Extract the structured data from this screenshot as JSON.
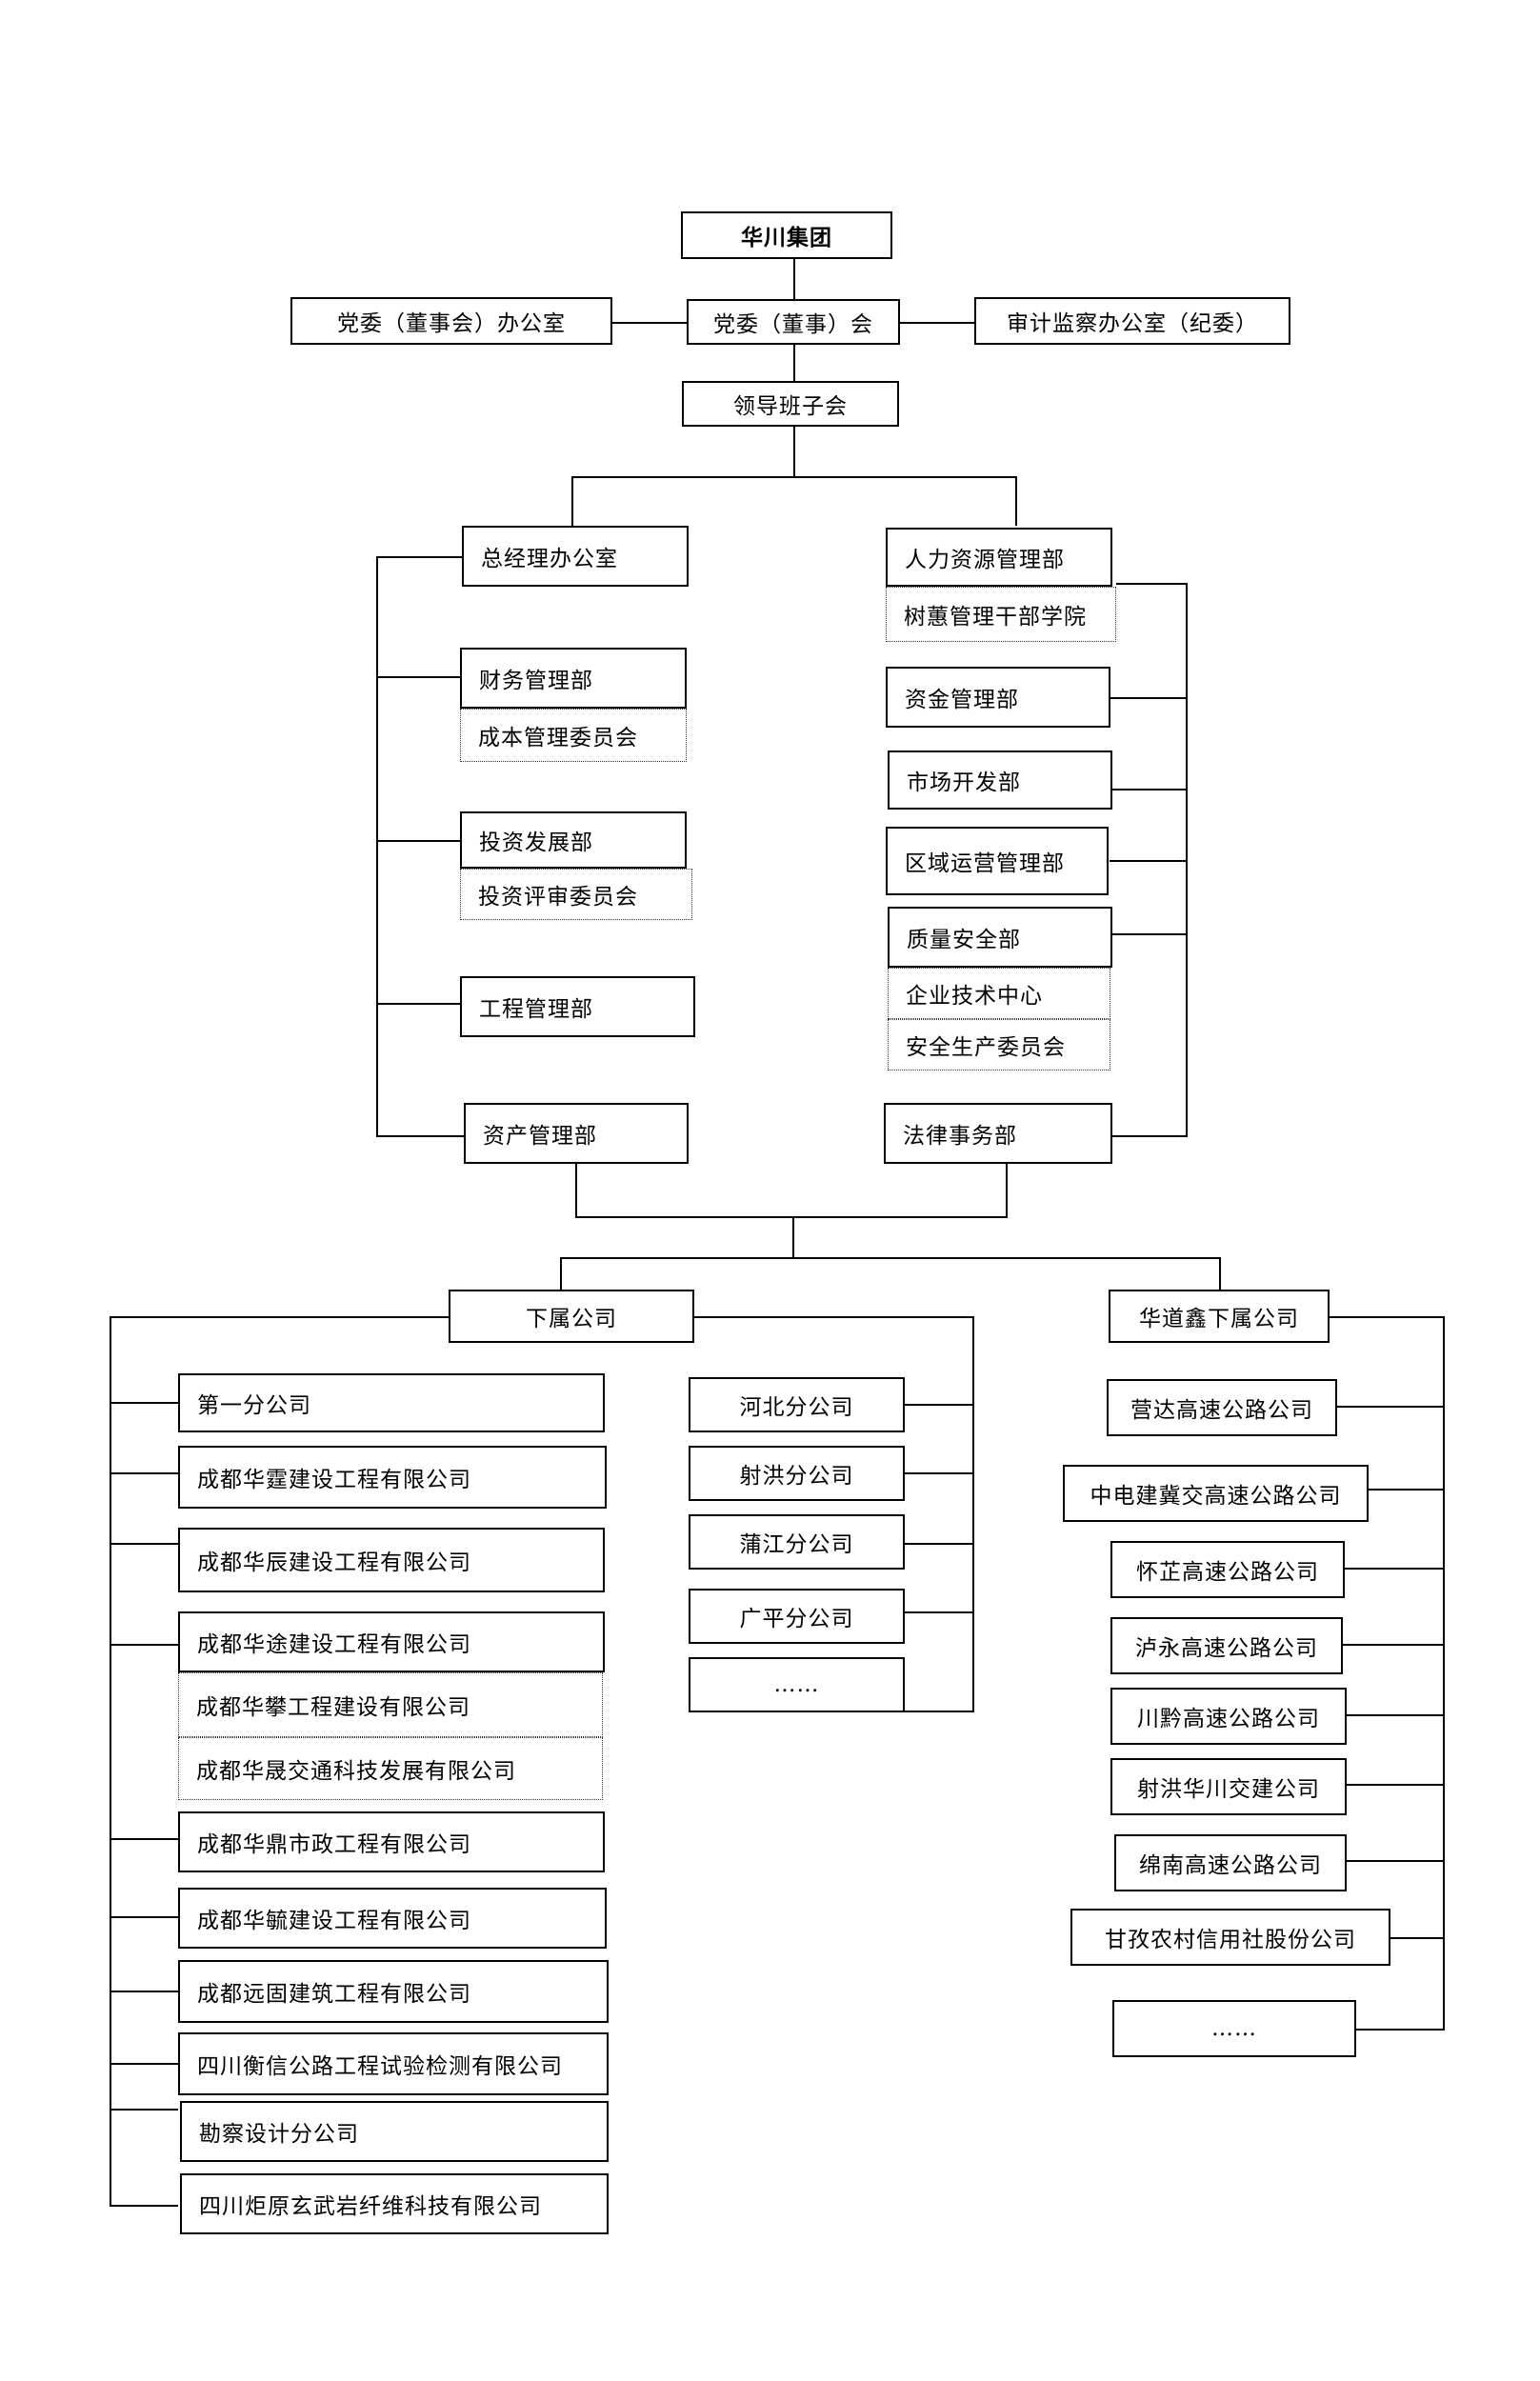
{
  "top": {
    "group": "华川集团",
    "party_office": "党委（董事会）办公室",
    "party_committee": "党委（董事）会",
    "audit_office": "审计监察办公室（纪委）",
    "leadership": "领导班子会"
  },
  "left_departments": {
    "gm_office": "总经理办公室",
    "finance": "财务管理部",
    "cost_committee": "成本管理委员会",
    "investment": "投资发展部",
    "investment_review": "投资评审委员会",
    "engineering": "工程管理部",
    "assets": "资产管理部"
  },
  "right_departments": {
    "hr": "人力资源管理部",
    "academy": "树蕙管理干部学院",
    "funds": "资金管理部",
    "market": "市场开发部",
    "regional": "区域运营管理部",
    "quality": "质量安全部",
    "tech_center": "企业技术中心",
    "safety_committee": "安全生产委员会",
    "legal": "法律事务部"
  },
  "subsidiaries": {
    "title": "下属公司",
    "col1": [
      "第一分公司",
      "成都华霆建设工程有限公司",
      "成都华辰建设工程有限公司",
      "成都华途建设工程有限公司",
      "成都华攀工程建设有限公司",
      "成都华晟交通科技发展有限公司",
      "成都华鼎市政工程有限公司",
      "成都华毓建设工程有限公司",
      "成都远固建筑工程有限公司",
      "四川衡信公路工程试验检测有限公司",
      "勘察设计分公司",
      "四川炬原玄武岩纤维科技有限公司"
    ],
    "col2": [
      "河北分公司",
      "射洪分公司",
      "蒲江分公司",
      "广平分公司",
      "……"
    ]
  },
  "huadaoxin": {
    "title": "华道鑫下属公司",
    "items": [
      "营达高速公路公司",
      "中电建冀交高速公路公司",
      "怀芷高速公路公司",
      "泸永高速公路公司",
      "川黔高速公路公司",
      "射洪华川交建公司",
      "绵南高速公路公司",
      "甘孜农村信用社股份公司",
      "……"
    ]
  }
}
